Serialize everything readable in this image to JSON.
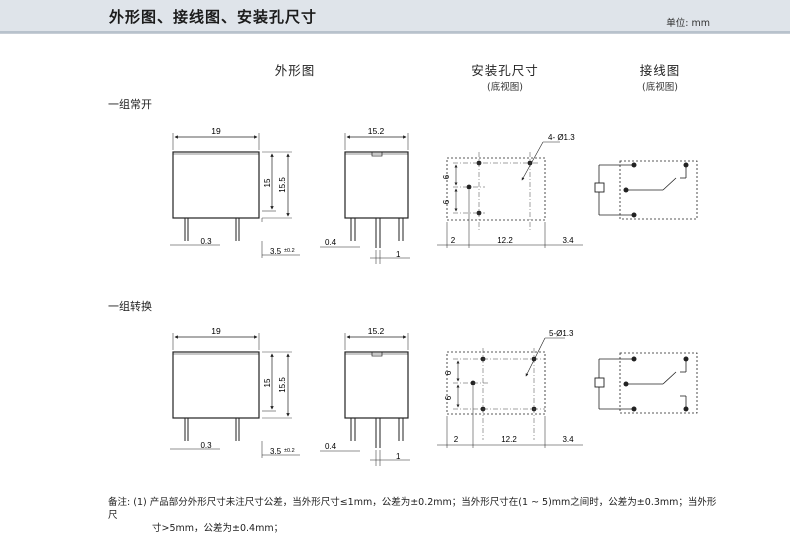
{
  "header": {
    "title": "外形图、接线图、安装孔尺寸",
    "unit": "单位: mm"
  },
  "columns": {
    "outline": {
      "title": "外形图"
    },
    "mounting": {
      "title": "安装孔尺寸",
      "subtitle": "(底视图)"
    },
    "wiring": {
      "title": "接线图",
      "subtitle": "(底视图)"
    }
  },
  "sections": [
    {
      "label": "一组常开",
      "dims": {
        "width_19": "19",
        "height_15": "15",
        "height_15_5": "15.5",
        "pin_03": "0.3",
        "pin_35": "3.5",
        "pin_35_tol": "±0.2",
        "side_width": "15.2",
        "side_pin_04": "0.4",
        "side_pin_1": "1",
        "hole_label": "4- Ø1.3",
        "hole_pitch_a": "6",
        "hole_pitch_b": "6",
        "hole_offset_left": "2",
        "hole_span": "12.2",
        "hole_offset_right": "3.4"
      }
    },
    {
      "label": "一组转换",
      "dims": {
        "width_19": "19",
        "height_15": "15",
        "height_15_5": "15.5",
        "pin_03": "0.3",
        "pin_35": "3.5",
        "pin_35_tol": "±0.2",
        "side_width": "15.2",
        "side_pin_04": "0.4",
        "side_pin_1": "1",
        "hole_label": "5-Ø1.3",
        "hole_pitch_a": "6",
        "hole_pitch_b": "6",
        "hole_offset_left": "2",
        "hole_span": "12.2",
        "hole_offset_right": "3.4"
      }
    }
  ],
  "note": {
    "prefix": "备注:",
    "line1": "(1) 产品部分外形尺寸未注尺寸公差，当外形尺寸≤1mm，公差为±0.2mm；当外形尺寸在(1 ~ 5)mm之间时，公差为±0.3mm；当外形尺",
    "line2": "寸>5mm，公差为±0.4mm；"
  }
}
